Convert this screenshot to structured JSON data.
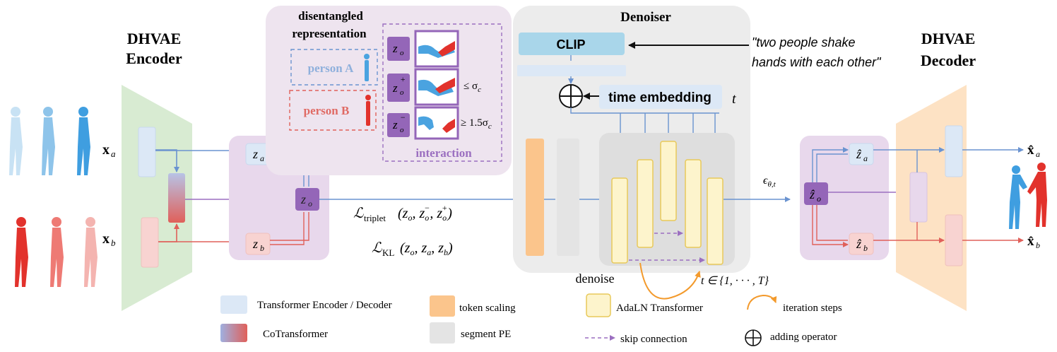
{
  "encoder": {
    "title_line1": "DHVAE",
    "title_line2": "Encoder",
    "input_a": "x",
    "input_a_sub": "a",
    "input_b": "x",
    "input_b_sub": "b"
  },
  "decoder": {
    "title_line1": "DHVAE",
    "title_line2": "Decoder",
    "output_a": "x̂",
    "output_a_sub": "a",
    "output_b": "x̂",
    "output_b_sub": "b"
  },
  "latent": {
    "za": "z",
    "za_sub": "a",
    "zb": "z",
    "zb_sub": "b",
    "zo": "z",
    "zo_sub": "o"
  },
  "decoder_latent": {
    "za": "ẑ",
    "za_sub": "a",
    "zb": "ẑ",
    "zb_sub": "b",
    "zo": "ẑ",
    "zo_sub": "o"
  },
  "disentangled": {
    "title_line1": "disentangled",
    "title_line2": "representation",
    "person_a": "person A",
    "person_b": "person B",
    "interaction_label": "interaction",
    "rows": [
      {
        "z": "z",
        "sup": "",
        "sub": "o",
        "cond": ""
      },
      {
        "z": "z",
        "sup": "+",
        "sub": "o",
        "cond": "≤ σ",
        "cond_sub": "c",
        "cond_pre": ""
      },
      {
        "z": "z",
        "sup": "−",
        "sub": "o",
        "cond": "≥ 1.5σ",
        "cond_sub": "c",
        "cond_pre": ""
      }
    ]
  },
  "losses": {
    "triplet_L": "ℒ",
    "triplet_sub": "triplet",
    "triplet_args": "(z",
    "triplet_rest": "o",
    "kl_L": "ℒ",
    "kl_sub": "KL"
  },
  "denoiser": {
    "title": "Denoiser",
    "clip": "CLIP",
    "time_embedding": "time embedding",
    "t": "t",
    "prompt_line1": "\"two people shake",
    "prompt_line2": "hands with each other\"",
    "denoise_label": "denoise",
    "t_range": "t ∈ {1, · · · , T}",
    "epsilon": "ϵ",
    "epsilon_sub": "θ,t"
  },
  "legend": {
    "transformer": "Transformer Encoder / Decoder",
    "cotransformer": "CoTransformer",
    "token_scaling": "token scaling",
    "segment_pe": "segment PE",
    "adaln": "AdaLN Transformer",
    "skip": "skip connection",
    "iteration": "iteration steps",
    "adding": "adding operator"
  },
  "colors": {
    "person_a": "#4a9fd8",
    "person_b": "#e04a44",
    "interaction": "#9b6fc0",
    "encoder_bg": "#d8ebd2",
    "decoder_bg": "#fde2c4",
    "latent_bg": "#e8d8ec",
    "denoiser_bg": "#ececec",
    "transformer": "#dce8f6",
    "clip": "#a9d6ea",
    "adaln": "#fdf4cc",
    "token_scaling": "#fbc58c",
    "arrow": "#7a9fd4",
    "orange": "#f39a2c"
  }
}
